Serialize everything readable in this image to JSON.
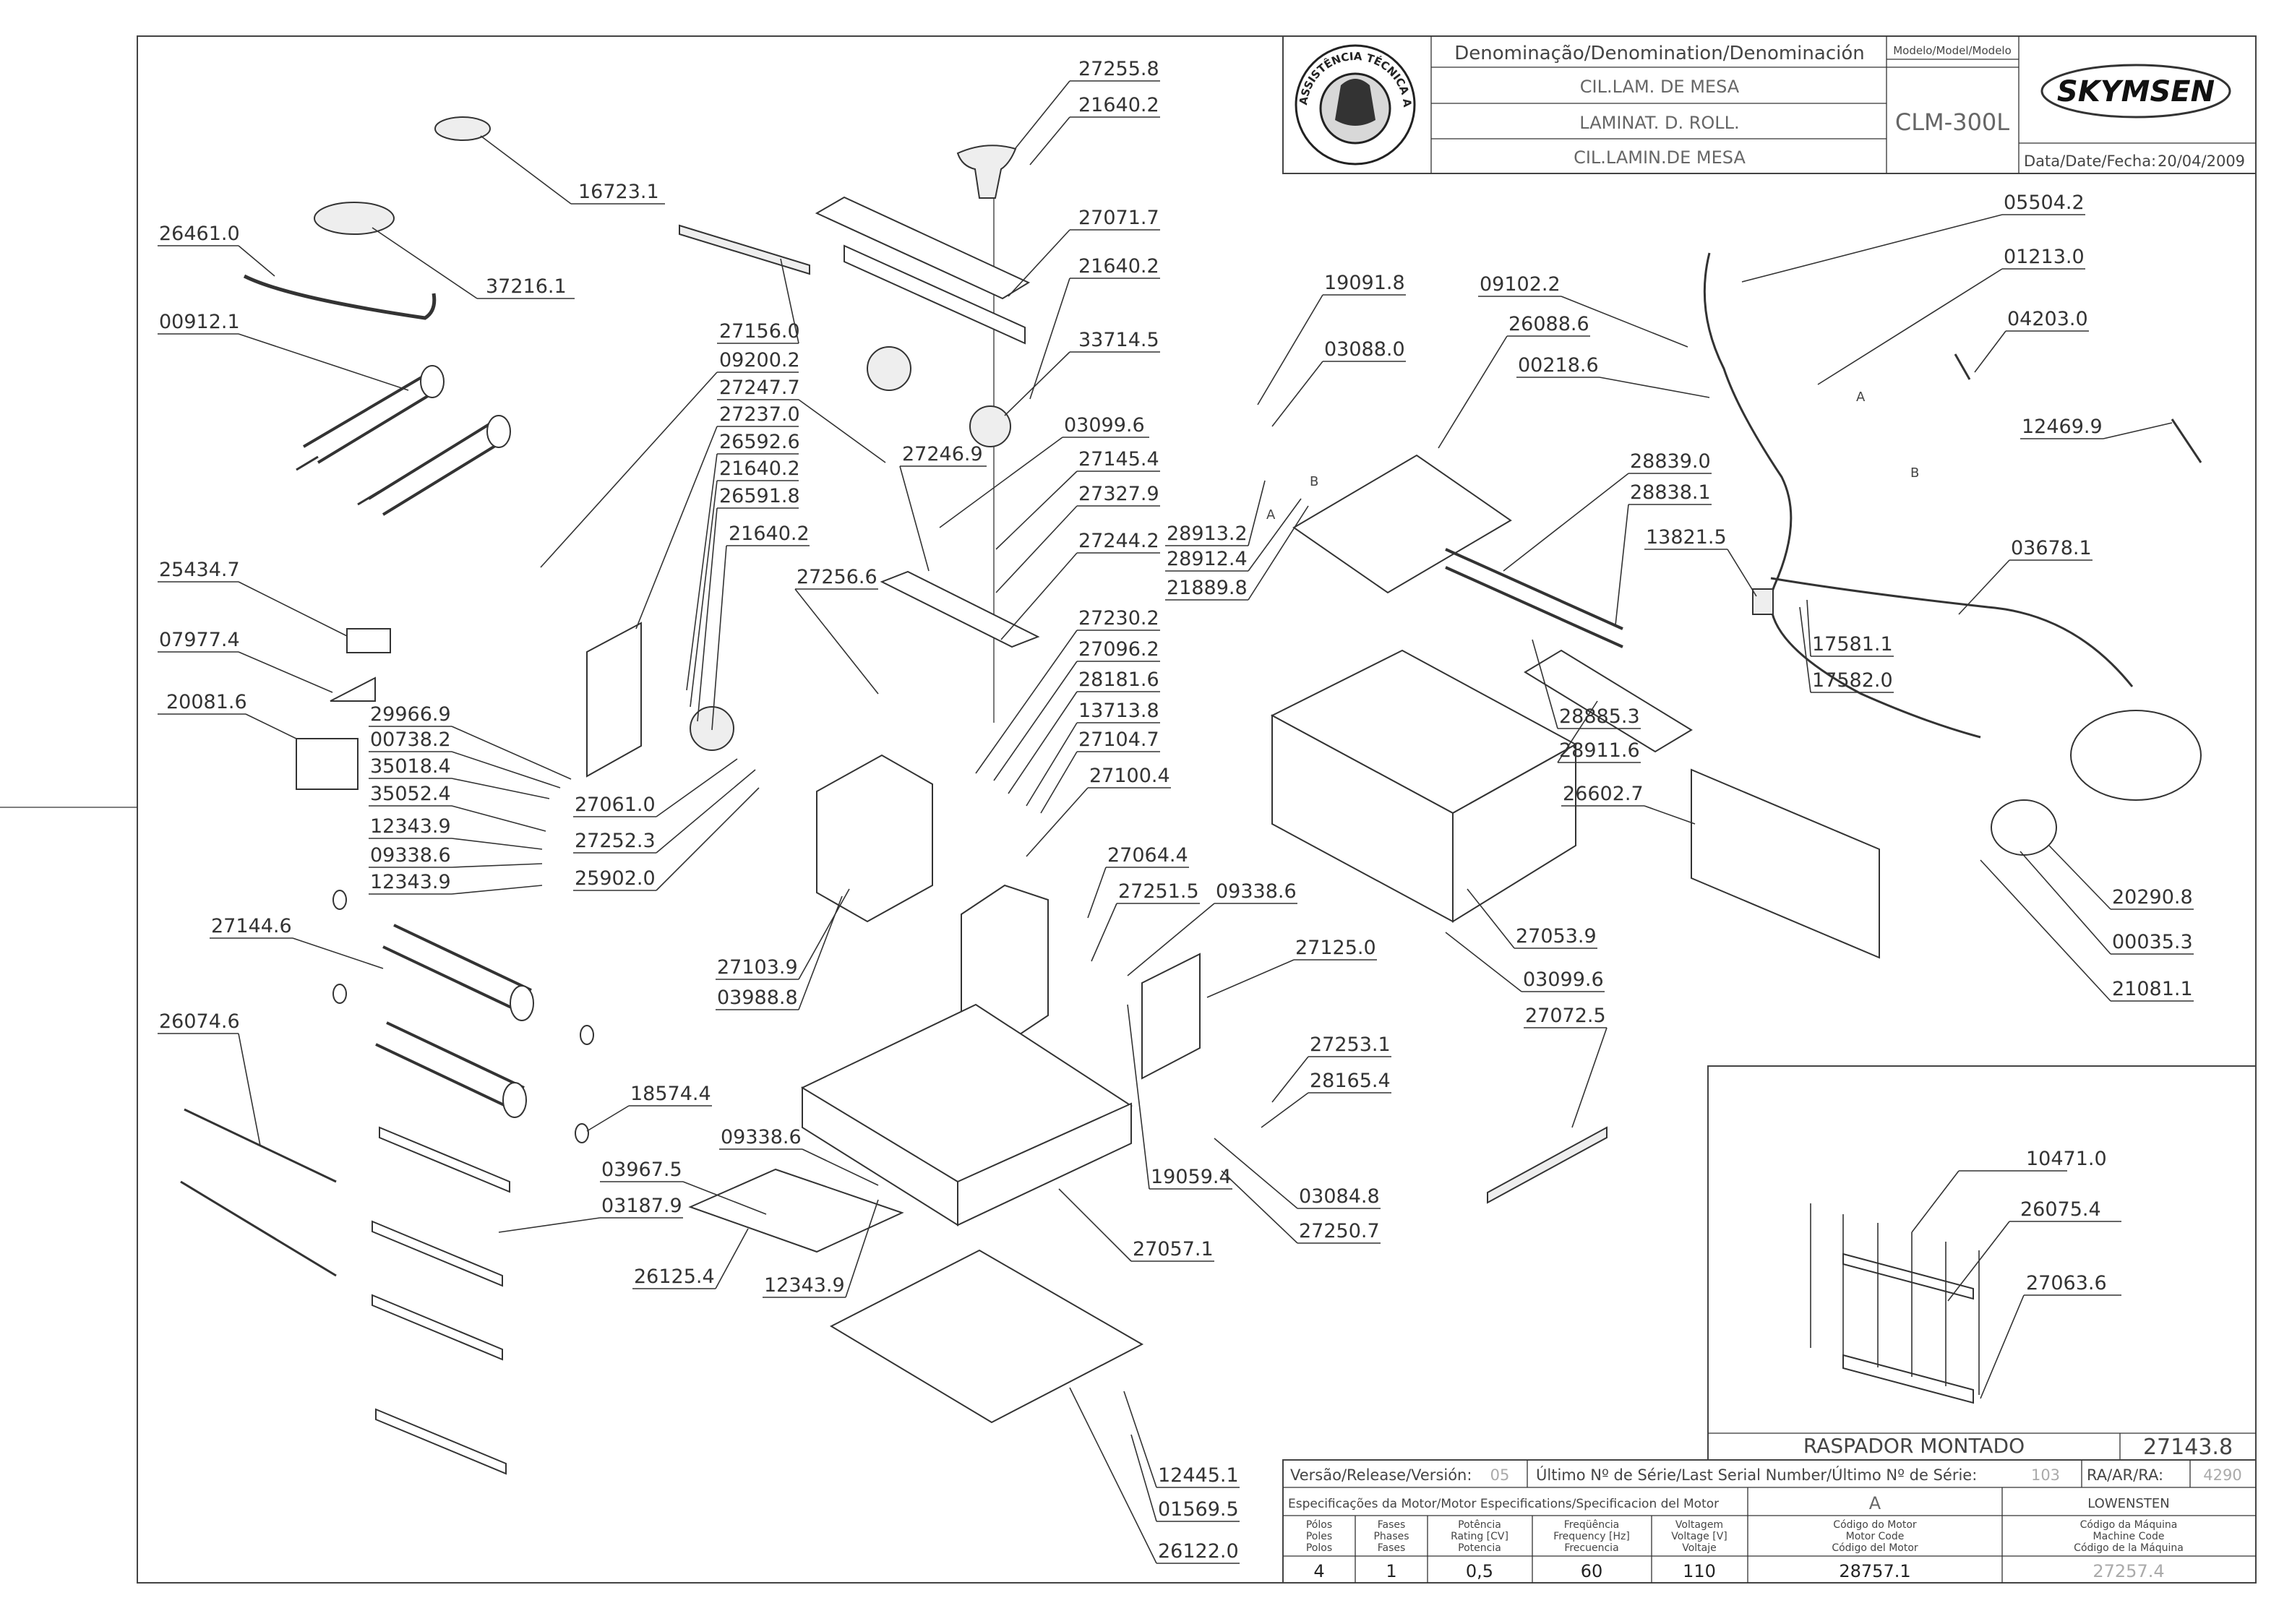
{
  "title_block": {
    "denomination_header": "Denominação/Denomination/Denominación",
    "denominations": [
      "CIL.LAM. DE MESA",
      "LAMINAT. D. ROLL.",
      "CIL.LAMIN.DE MESA"
    ],
    "model_header": "Modelo/Model/Modelo",
    "model": "CLM-300L",
    "brand": "SKYMSEN",
    "date_label": "Data/Date/Fecha:",
    "date": "20/04/2009",
    "seal_text": "ASSISTÊNCIA TÉCNICA AUTORIZADA"
  },
  "inset": {
    "title": "RASPADOR MONTADO",
    "code": "27143.8",
    "labels": [
      "10471.0",
      "26075.4",
      "27063.6"
    ]
  },
  "spec_table": {
    "version_label": "Versão/Release/Versión:",
    "version": "05",
    "serial_label": "Último Nº de Série/Last Serial Number/Último Nº de Série:",
    "serial": "103",
    "ra_label": "RA/AR/RA:",
    "ra": "4290",
    "motor_spec_label": "Especificações da Motor/Motor Especifications/Specificacion del Motor",
    "motor_letter": "A",
    "motor_brand": "LOWENSTEN",
    "col_headers": [
      [
        "Pólos",
        "Poles",
        "Polos"
      ],
      [
        "Fases",
        "Phases",
        "Fases"
      ],
      [
        "Potência",
        "Rating [CV]",
        "Potencia"
      ],
      [
        "Freqüência",
        "Frequency [Hz]",
        "Frecuencia"
      ],
      [
        "Voltagem",
        "Voltage [V]",
        "Voltaje"
      ],
      [
        "Código do Motor",
        "Motor Code",
        "Código del Motor"
      ],
      [
        "Código da Máquina",
        "Machine Code",
        "Código de la Máquina"
      ]
    ],
    "values": [
      "4",
      "1",
      "0,5",
      "60",
      "110",
      "28757.1",
      "27257.4"
    ]
  },
  "part_labels": {
    "p16723_1": "16723.1",
    "p26461_0": "26461.0",
    "p37216_1": "37216.1",
    "p00912_1": "00912.1",
    "p27255_8": "27255.8",
    "p21640_2_a": "21640.2",
    "p27071_7": "27071.7",
    "p21640_2_b": "21640.2",
    "p33714_5": "33714.5",
    "p27156_0": "27156.0",
    "p09200_2": "09200.2",
    "p27247_7": "27247.7",
    "p27237_0": "27237.0",
    "p26592_6": "26592.6",
    "p21640_2_c": "21640.2",
    "p26591_8": "26591.8",
    "p21640_2_d": "21640.2",
    "p27246_9": "27246.9",
    "p03099_6_a": "03099.6",
    "p27145_4": "27145.4",
    "p27327_9": "27327.9",
    "p27244_2": "27244.2",
    "p27256_6": "27256.6",
    "p27230_2": "27230.2",
    "p27096_2": "27096.2",
    "p28181_6": "28181.6",
    "p13713_8": "13713.8",
    "p27104_7": "27104.7",
    "p27100_4": "27100.4",
    "p25434_7": "25434.7",
    "p07977_4": "07977.4",
    "p20081_6": "20081.6",
    "p29966_9": "29966.9",
    "p00738_2": "00738.2",
    "p35018_4": "35018.4",
    "p35052_4": "35052.4",
    "p12343_9_a": "12343.9",
    "p09338_6_a": "09338.6",
    "p12343_9_b": "12343.9",
    "p27061_0": "27061.0",
    "p27252_3": "27252.3",
    "p25902_0": "25902.0",
    "p27064_4": "27064.4",
    "p27251_5": "27251.5",
    "p09338_6_b": "09338.6",
    "p27125_0": "27125.0",
    "p27144_6": "27144.6",
    "p27103_9": "27103.9",
    "p03988_8": "03988.8",
    "p26074_6": "26074.6",
    "p18574_4": "18574.4",
    "p09338_6_c": "09338.6",
    "p03967_5": "03967.5",
    "p03187_9": "03187.9",
    "p26125_4": "26125.4",
    "p12343_9_c": "12343.9",
    "p27057_1": "27057.1",
    "p19059_4": "19059.4",
    "p27253_1": "27253.1",
    "p28165_4": "28165.4",
    "p03084_8": "03084.8",
    "p27250_7": "27250.7",
    "p12445_1": "12445.1",
    "p01569_5": "01569.5",
    "p26122_0": "26122.0",
    "p19091_8": "19091.8",
    "p03088_0": "03088.0",
    "p09102_2": "09102.2",
    "p26088_6": "26088.6",
    "p00218_6": "00218.6",
    "p28913_2": "28913.2",
    "p28912_4": "28912.4",
    "p21889_8": "21889.8",
    "p28839_0": "28839.0",
    "p28838_1": "28838.1",
    "p13821_5": "13821.5",
    "p28885_3": "28885.3",
    "p28911_6": "28911.6",
    "p26602_7": "26602.7",
    "p27053_9": "27053.9",
    "p03099_6_b": "03099.6",
    "p27072_5": "27072.5",
    "p05504_2": "05504.2",
    "p01213_0": "01213.0",
    "p04203_0": "04203.0",
    "p12469_9": "12469.9",
    "p03678_1": "03678.1",
    "p17581_1": "17581.1",
    "p17582_0": "17582.0",
    "p20290_8": "20290.8",
    "p00035_3": "00035.3",
    "p21081_1": "21081.1"
  },
  "wire_markers": {
    "a": "A",
    "b": "B"
  }
}
